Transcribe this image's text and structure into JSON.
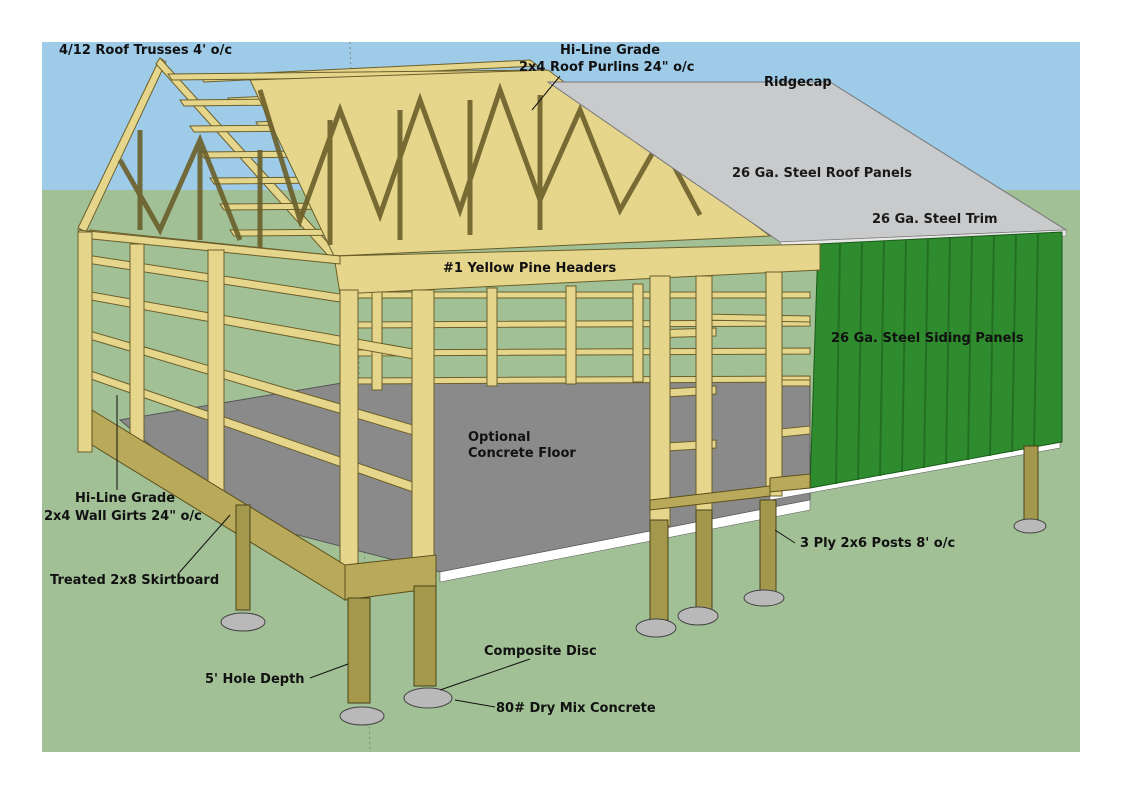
{
  "colors": {
    "sky": "#9ecbe8",
    "ground": "#a2c095",
    "floor": "#8a8a8a",
    "wood": "#e6d68c",
    "wood_dark": "#b8a65a",
    "treated": "#b9a95a",
    "steel_roof": "#c8cacc",
    "siding": "#2e8b2e",
    "concrete": "#b9b9b9"
  },
  "labels": {
    "trusses": "4/12 Roof Trusses 4' o/c",
    "purlins_line1": "Hi-Line Grade",
    "purlins_line2": "2x4 Roof Purlins 24\" o/c",
    "ridgecap": "Ridgecap",
    "roof_panels": "26 Ga. Steel Roof Panels",
    "trim": "26 Ga. Steel Trim",
    "headers": "#1 Yellow Pine Headers",
    "siding": "26 Ga. Steel Siding Panels",
    "floor_line1": "Optional",
    "floor_line2": "Concrete Floor",
    "girts_line1": "Hi-Line Grade",
    "girts_line2": "2x4 Wall Girts 24\" o/c",
    "posts": "3 Ply 2x6 Posts 8' o/c",
    "skirtboard": "Treated 2x8 Skirtboard",
    "disc": "Composite Disc",
    "hole_depth": "5' Hole Depth",
    "concrete": "80# Dry Mix Concrete"
  }
}
